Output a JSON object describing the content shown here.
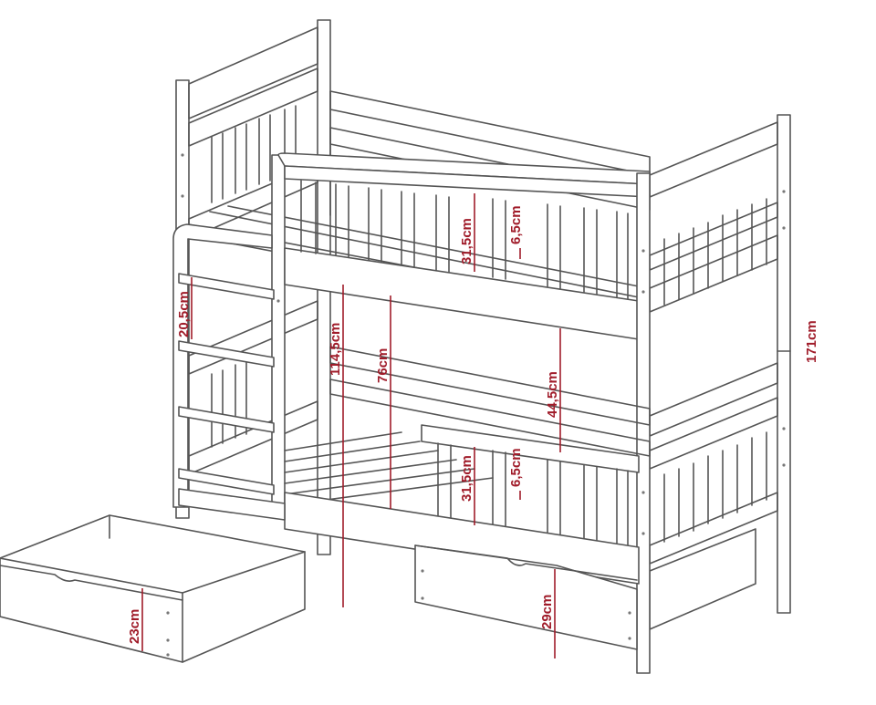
{
  "dimension_color": "#a01c2a",
  "line_color": "#555555",
  "dimensions": {
    "rail_upper": "31,5cm",
    "gap_upper": "6,5cm",
    "ladder_step": "20,5cm",
    "total_upper": "114,5cm",
    "bed_clearance": "76cm",
    "bunk_spacing": "44,5cm",
    "total_height": "171cm",
    "rail_lower": "31,5cm",
    "gap_lower": "6,5cm",
    "drawer_left": "23cm",
    "drawer_right": "29cm"
  }
}
